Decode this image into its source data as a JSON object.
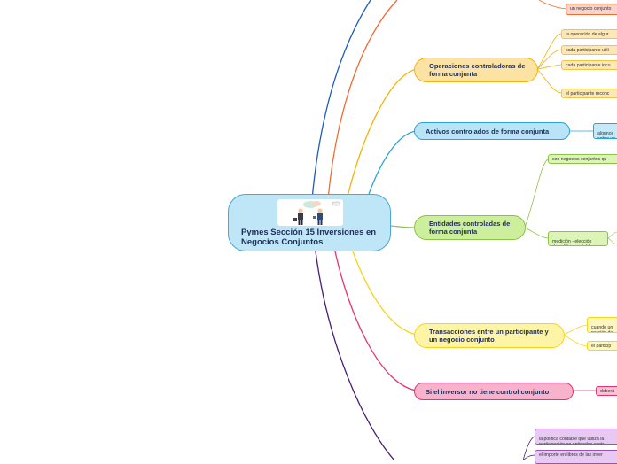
{
  "root": {
    "title": "Pymes Sección 15 Inversiones en Negocios Conjuntos",
    "image_icon": "business-people-illustration"
  },
  "branches": [
    {
      "label": "Operaciones controladoras de forma conjunta",
      "color": "#f4b400",
      "children": [
        "la operación de algur",
        "cada participante utili",
        "cada participante incu",
        "el participante reconc"
      ]
    },
    {
      "label": "Activos controlados de forma conjunta",
      "color": "#2aa3d8",
      "children": [
        "algunos\nsobre un"
      ]
    },
    {
      "label": "Entidades controladas de forma conjunta",
      "color": "#8bc34a",
      "children": [
        "son negocios conjuntos qu",
        "medición - elección\nde política contable"
      ]
    },
    {
      "label": "Transacciones entre un participante y un negocio conjunto",
      "color": "#f7d417",
      "children": [
        "cuando un\nporción de",
        "el particip"
      ]
    },
    {
      "label": "Si el inversor  no tiene control conjunto",
      "color": "#e8336f",
      "children": [
        "deberá"
      ]
    }
  ],
  "offscreen_top_leaf": "un negocio conjunto",
  "bottom_leaves": [
    "la política contable que utiliza la\nparticipación en entidades contr",
    "el importe en libros de las inver"
  ]
}
